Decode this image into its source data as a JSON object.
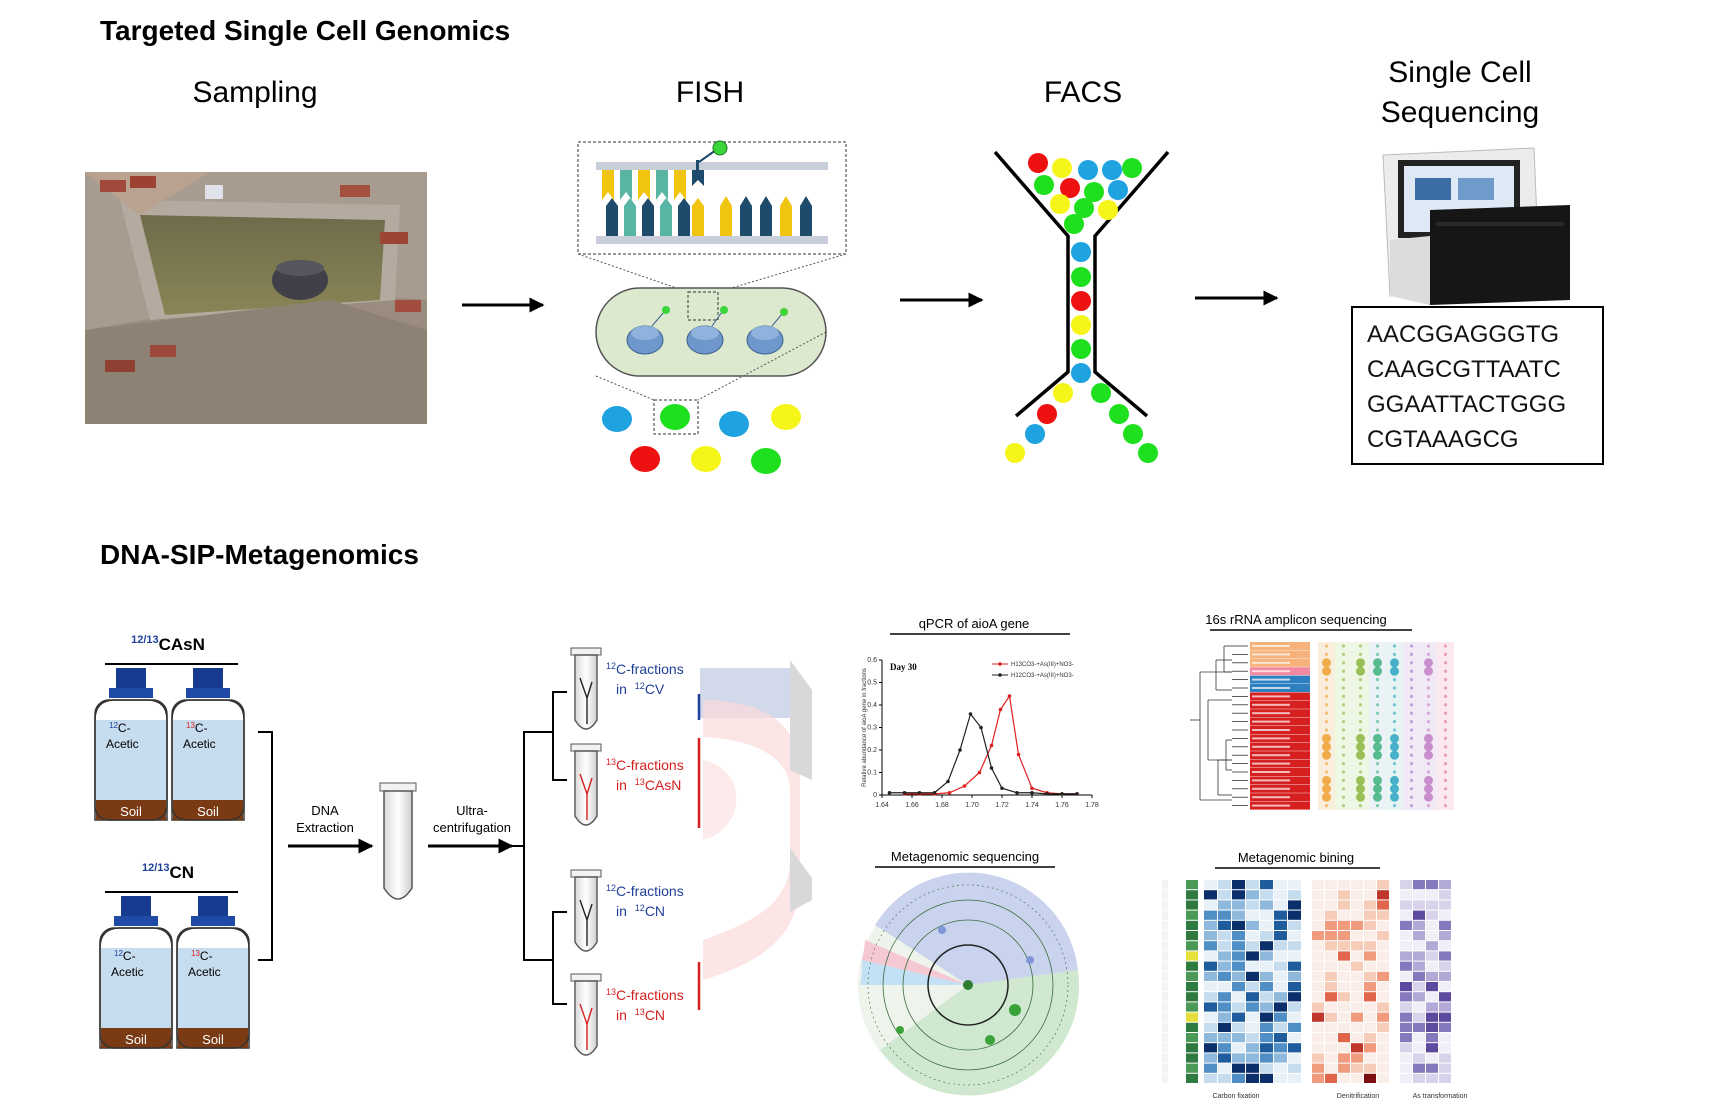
{
  "sections": {
    "top_title": "Targeted Single Cell Genomics",
    "bottom_title": "DNA-SIP-Metagenomics"
  },
  "steps": {
    "sampling": "Sampling",
    "fish": "FISH",
    "facs": "FACS",
    "sequencing_line1": "Single Cell",
    "sequencing_line2": "Sequencing"
  },
  "sequence_lines": [
    "AACGGAGGGTG",
    "CAAGCGTTAATC",
    "GGAATTACTGGG",
    "CGTAAAGCG"
  ],
  "bottles": {
    "group1_sup": "12/13",
    "group1_main": "CAsN",
    "group2_sup": "12/13",
    "group2_main": "CN",
    "b1_sup": "12",
    "b1_l1": "C-",
    "b1_l2": "Acetic",
    "b2_sup": "13",
    "b2_l1": "C-",
    "b2_l2": "Acetic",
    "soil": "Soil"
  },
  "process": {
    "extraction_l1": "DNA",
    "extraction_l2": "Extraction",
    "ultra_l1": "Ultra-",
    "ultra_l2": "centrifugation"
  },
  "fractions": [
    {
      "sup1": "12",
      "l1": "C-fractions",
      "pre": "in ",
      "sup2": "12",
      "post": "CV",
      "color": "#1f3f99"
    },
    {
      "sup1": "13",
      "l1": "C-fractions",
      "pre": "in ",
      "sup2": "13",
      "post": "CAsN",
      "color": "#d62020"
    },
    {
      "sup1": "12",
      "l1": "C-fractions",
      "pre": "in ",
      "sup2": "12",
      "post": "CN",
      "color": "#1f3f99"
    },
    {
      "sup1": "13",
      "l1": "C-fractions",
      "pre": "in ",
      "sup2": "13",
      "post": "CN",
      "color": "#d62020"
    }
  ],
  "panels": {
    "qpcr_title": "qPCR of aioA gene",
    "amplicon_title": "16s rRNA amplicon sequencing",
    "metagenomic_title": "Metagenomic sequencing",
    "binning_title": "Metagenomic bining",
    "binning_x1": "Carbon fixation",
    "binning_x2": "Denitrification",
    "binning_x3": "As transformation"
  },
  "chart_data": {
    "type": "line",
    "title": "qPCR of aioA gene",
    "annotation": "Day 30",
    "xlabel": "",
    "ylabel": "Relative abundance of aioA gene in fractions",
    "xlim": [
      1.64,
      1.78
    ],
    "ylim": [
      0,
      0.6
    ],
    "x_ticks": [
      "1.64",
      "1.66",
      "1.68",
      "1.70",
      "1.72",
      "1.74",
      "1.76",
      "1.78"
    ],
    "y_ticks": [
      "0",
      "0.1",
      "0.2",
      "0.3",
      "0.4",
      "0.5",
      "0.6"
    ],
    "legend": [
      "H13CO3-+As(III)+NO3-",
      "H12CO3-+As(III)+NO3-"
    ],
    "legend_placement": "top-right",
    "series": [
      {
        "name": "H13CO3-+As(III)+NO3-",
        "color": "#e02020",
        "x": [
          1.655,
          1.665,
          1.675,
          1.685,
          1.695,
          1.705,
          1.713,
          1.719,
          1.725,
          1.731,
          1.74,
          1.75,
          1.76,
          1.77
        ],
        "y": [
          0.005,
          0.005,
          0.005,
          0.01,
          0.04,
          0.1,
          0.22,
          0.38,
          0.44,
          0.18,
          0.03,
          0.01,
          0.005,
          0.005
        ]
      },
      {
        "name": "H12CO3-+As(III)+NO3-",
        "color": "#222222",
        "x": [
          1.645,
          1.655,
          1.665,
          1.675,
          1.684,
          1.692,
          1.699,
          1.706,
          1.713,
          1.72,
          1.73,
          1.74,
          1.75,
          1.76,
          1.77
        ],
        "y": [
          0.01,
          0.01,
          0.01,
          0.01,
          0.06,
          0.2,
          0.36,
          0.3,
          0.12,
          0.03,
          0.01,
          0.01,
          0.005,
          0.005,
          0.005
        ]
      }
    ]
  }
}
